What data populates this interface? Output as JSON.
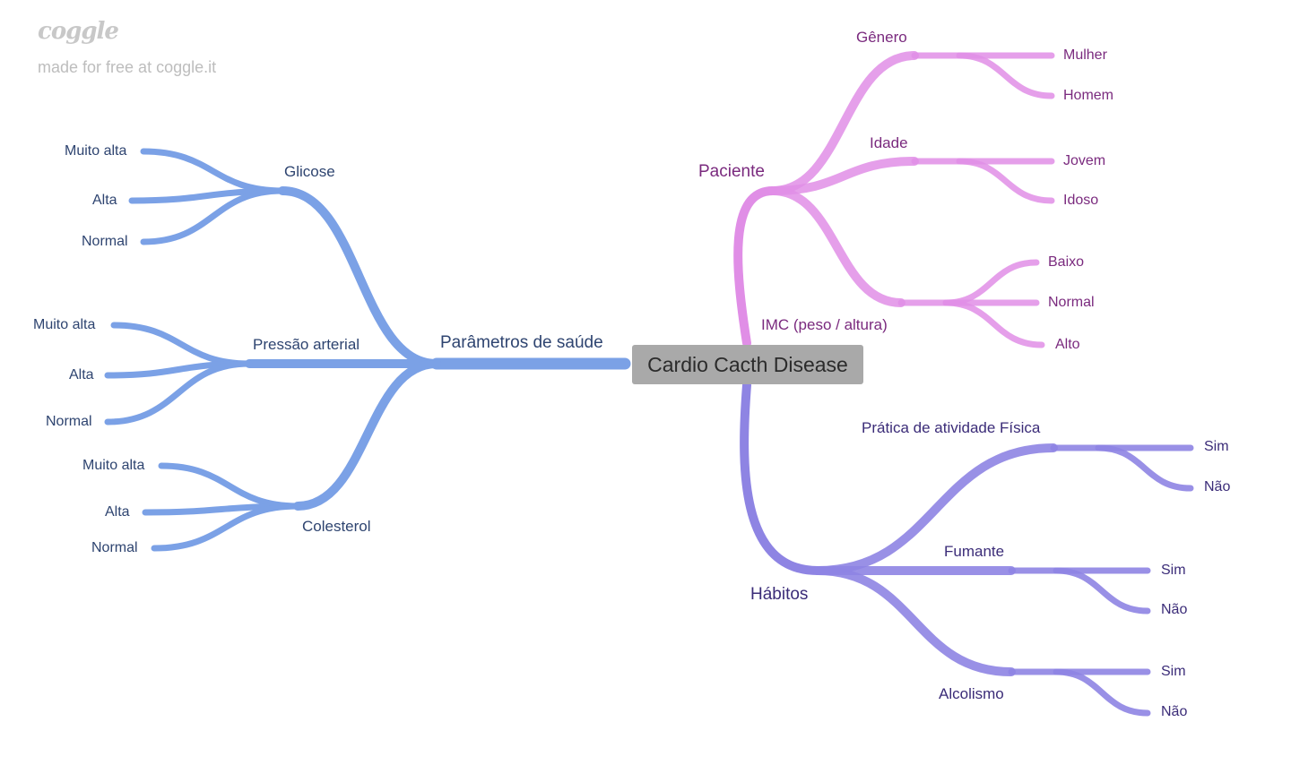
{
  "watermark": {
    "logo": "coggle",
    "caption": "made for free at coggle.it"
  },
  "colors": {
    "left": "#7ba1e6",
    "paciente": "#e08ee6",
    "habitos": "#8e84e3",
    "label_left": "#2e4470",
    "label_paciente": "#7a2a7e",
    "label_habitos": "#3b2c78"
  },
  "root": {
    "label": "Cardio Cacth Disease"
  },
  "left": {
    "label": "Parâmetros de saúde",
    "groups": [
      {
        "label": "Glicose",
        "children": [
          "Muito alta",
          "Alta",
          "Normal"
        ]
      },
      {
        "label": "Pressão arterial",
        "children": [
          "Muito alta",
          "Alta",
          "Normal"
        ]
      },
      {
        "label": "Colesterol",
        "children": [
          "Muito alta",
          "Alta",
          "Normal"
        ]
      }
    ]
  },
  "paciente": {
    "label": "Paciente",
    "groups": [
      {
        "label": "Gênero",
        "children": [
          "Mulher",
          "Homem"
        ]
      },
      {
        "label": "Idade",
        "children": [
          "Jovem",
          "Idoso"
        ]
      },
      {
        "label": "IMC (peso / altura)",
        "children": [
          "Baixo",
          "Normal",
          "Alto"
        ]
      }
    ]
  },
  "habitos": {
    "label": "Hábitos",
    "groups": [
      {
        "label": "Prática de atividade Física",
        "children": [
          "Sim",
          "Não"
        ]
      },
      {
        "label": "Fumante",
        "children": [
          "Sim",
          "Não"
        ]
      },
      {
        "label": "Alcolismo",
        "children": [
          "Sim",
          "Não"
        ]
      }
    ]
  }
}
